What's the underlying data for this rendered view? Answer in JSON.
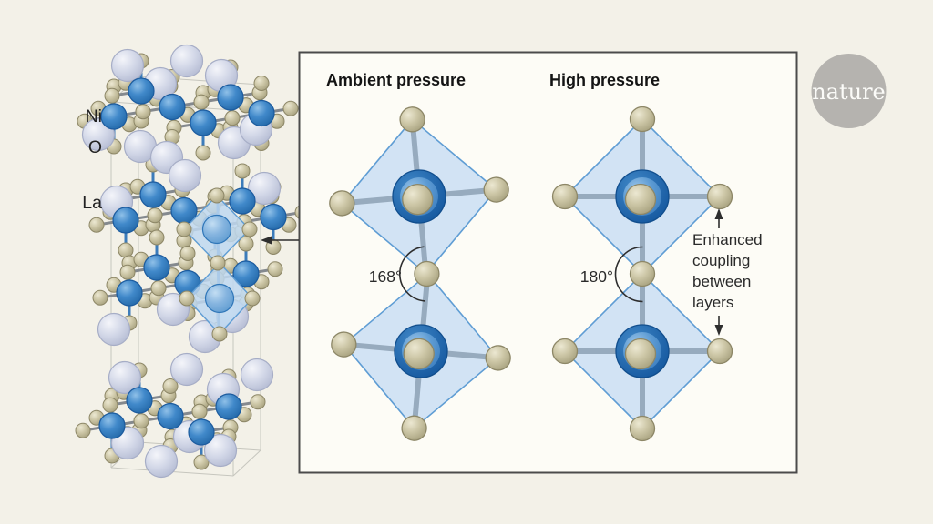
{
  "figure": {
    "description": "Nature news figure: crystal structure of a layered nickelate with NiO6 octahedra under ambient and high pressure"
  },
  "crystal": {
    "labels": {
      "ni": "Ni",
      "o": "O",
      "la": "La"
    }
  },
  "panel": {
    "titles": {
      "ambient": "Ambient pressure",
      "high": "High pressure"
    },
    "angles": {
      "ambient": "168°",
      "high": "180°"
    },
    "annotation": "Enhanced coupling between layers"
  },
  "logo": {
    "label": "nature"
  },
  "icons": {
    "pointer": "left-arrow-icon",
    "annotation_top": "up-arrow-icon",
    "annotation_bottom": "down-arrow-icon"
  },
  "colors": {
    "background": "#f3f1e8",
    "panel_bg": "#fdfcf6",
    "panel_border": "#4b4b4b",
    "ink": "#2e2e2e",
    "octa_fill": "#cfe1f3",
    "octa_edge": "#5f9dd4",
    "octa_highlight_fill": "#bed8f0",
    "bond": "#93a7ba",
    "bond_gray": "#84898e",
    "bond_blue": "#3c7cba",
    "oxygen_edge": "#8d8767",
    "nickel_edge": "#1c5b9e",
    "lanthanum_edge": "#a6adc6",
    "box_line": "#c6c6be",
    "logo_bg": "#b5b3af",
    "logo_text": "#fbfbf8"
  }
}
